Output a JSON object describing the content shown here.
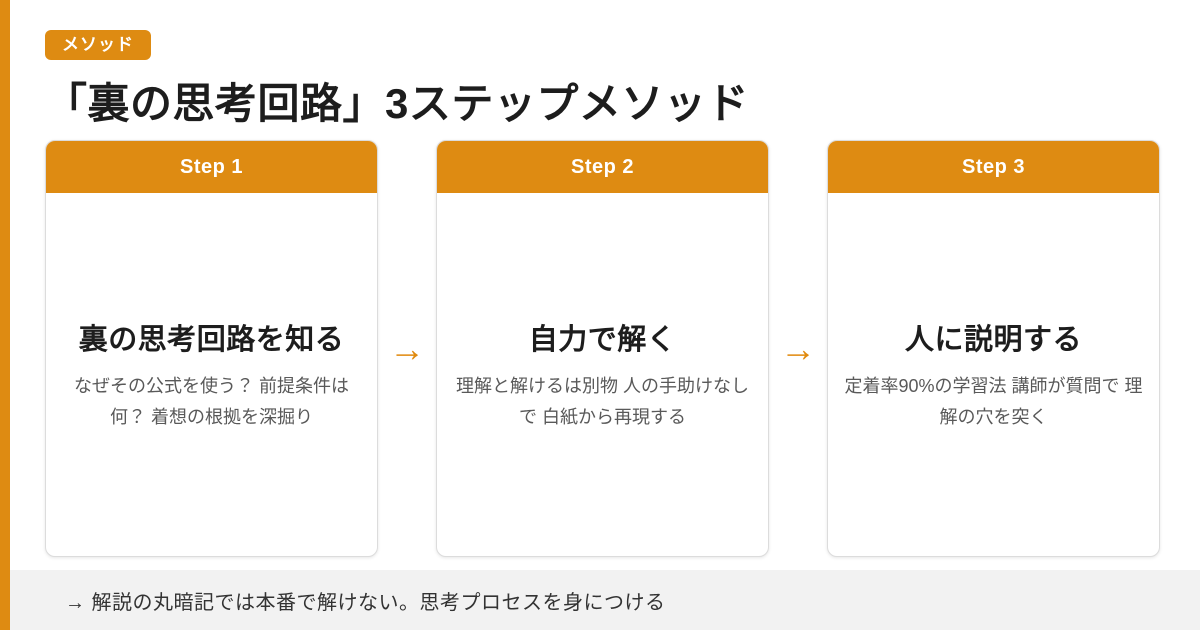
{
  "theme": {
    "accent": "#de8b12",
    "arrow_color": "#e08a0e",
    "footer_bg": "#f2f2f2"
  },
  "badge": "メソッド",
  "title": "「裏の思考回路」3ステップメソッド",
  "arrow": "→",
  "steps": [
    {
      "label": "Step 1",
      "title": "裏の思考回路を知る",
      "desc": "なぜその公式を使う？ 前提条件は何？ 着想の根拠を深掘り"
    },
    {
      "label": "Step 2",
      "title": "自力で解く",
      "desc": "理解と解けるは別物 人の手助けなしで 白紙から再現する"
    },
    {
      "label": "Step 3",
      "title": "人に説明する",
      "desc": "定着率90%の学習法 講師が質問で 理解の穴を突く"
    }
  ],
  "footer": "→ 解説の丸暗記では本番で解けない。思考プロセスを身につける"
}
